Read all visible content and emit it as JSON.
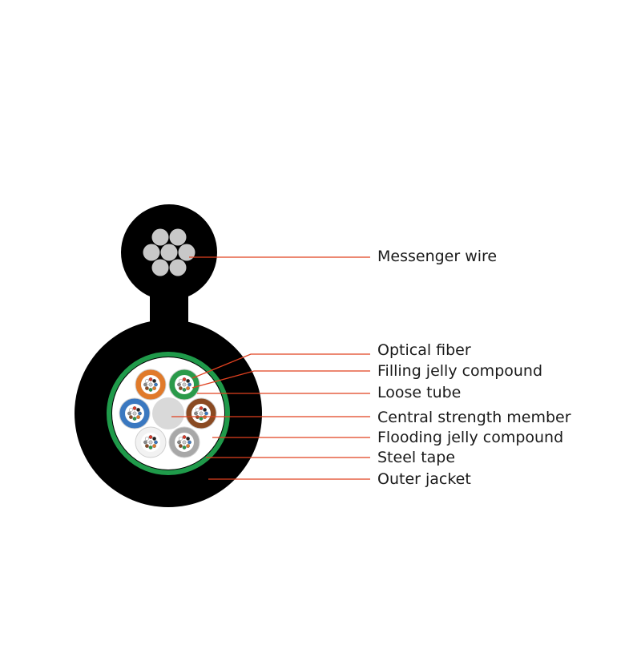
{
  "labels": [
    "Messenger wire",
    "Optical fiber",
    "Filling jelly compound",
    "Loose tube",
    "Central strength member",
    "Flooding jelly compound",
    "Steel tape",
    "Outer jacket"
  ],
  "colors": {
    "jacket": "#000000",
    "steel_tape": "#1f9a4a",
    "messenger_strand": "#c8c8c8",
    "central_member": "#d9d9d9",
    "leader_line": "#e0401f",
    "tube_orange": "#e07a2a",
    "tube_green": "#2a9a4a",
    "tube_brown": "#8a4a22",
    "tube_blue": "#3a78c0",
    "tube_white": "#f2f2f2",
    "tube_gray": "#a8a8a8"
  }
}
